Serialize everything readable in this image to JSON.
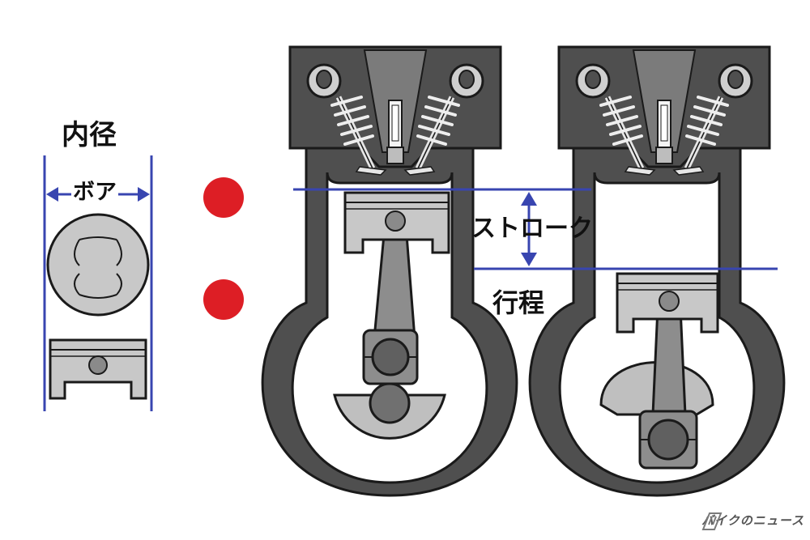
{
  "labels": {
    "bore_title": "内径",
    "bore": "ボア",
    "stroke": "ストローク",
    "stroke_title": "行程"
  },
  "logo": {
    "text": "バイクのニュース"
  },
  "colors": {
    "body": "#4f4f4f",
    "outline": "#1a1a1a",
    "piston": "#c8c8c8",
    "rod": "#8d8d8d",
    "pin": "#8a8a8a",
    "line": "#3845b0",
    "dot": "#dd1e25",
    "logo": "#7a7a7a"
  }
}
